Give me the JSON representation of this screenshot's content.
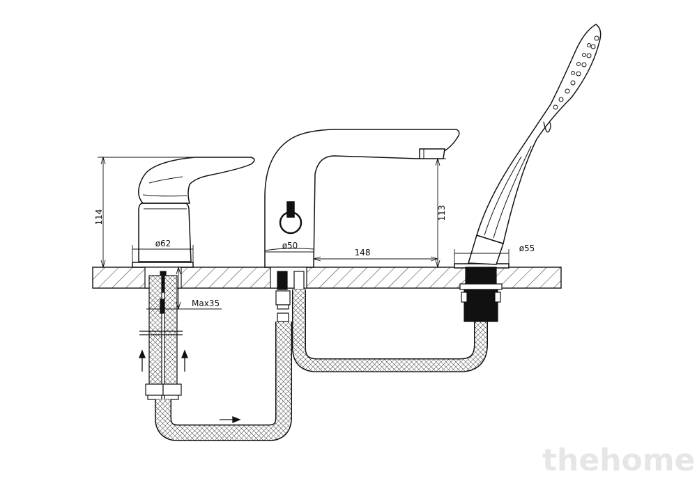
{
  "dimensions": {
    "lever_height": "114",
    "spout_height": "113",
    "lever_base_dia": "ø62",
    "spout_base_dia": "ø50",
    "spout_reach": "148",
    "shower_base_dia": "ø55",
    "max_deck_thickness": "Max35"
  },
  "watermark": "thehome"
}
